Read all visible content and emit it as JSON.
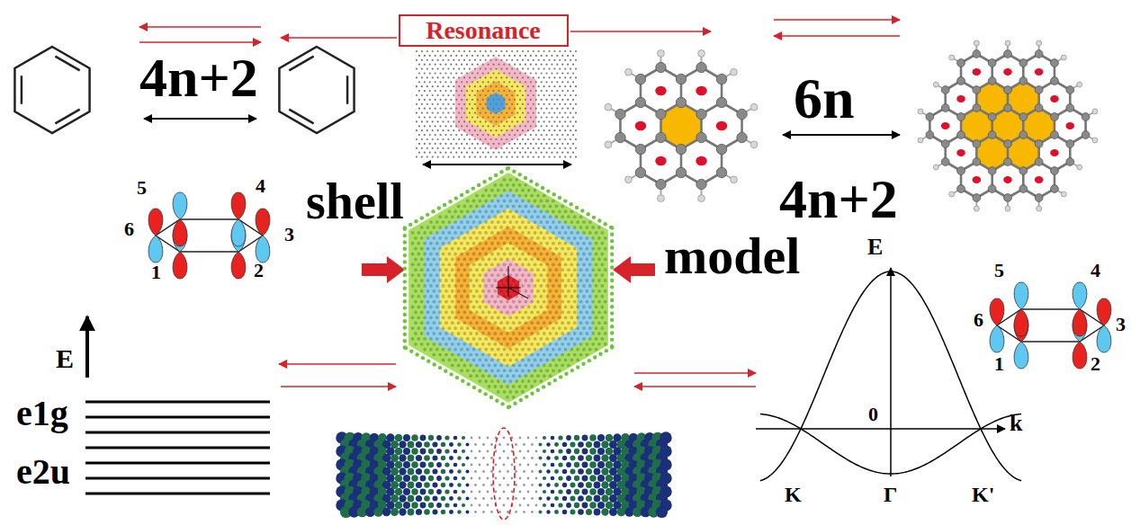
{
  "diagram": {
    "nodes": [
      {
        "text": [
          "Resonance"
        ]
      }
    ],
    "labels": [
      "4n+2",
      "6n",
      "4n+2",
      "shell",
      "model",
      "5",
      "4",
      "6",
      "3",
      "1",
      "2",
      "E",
      "e1g",
      "e2u",
      "E",
      "0",
      "k",
      "K",
      "Γ",
      "K'",
      "5",
      "4",
      "6",
      "3",
      "1",
      "2"
    ]
  }
}
